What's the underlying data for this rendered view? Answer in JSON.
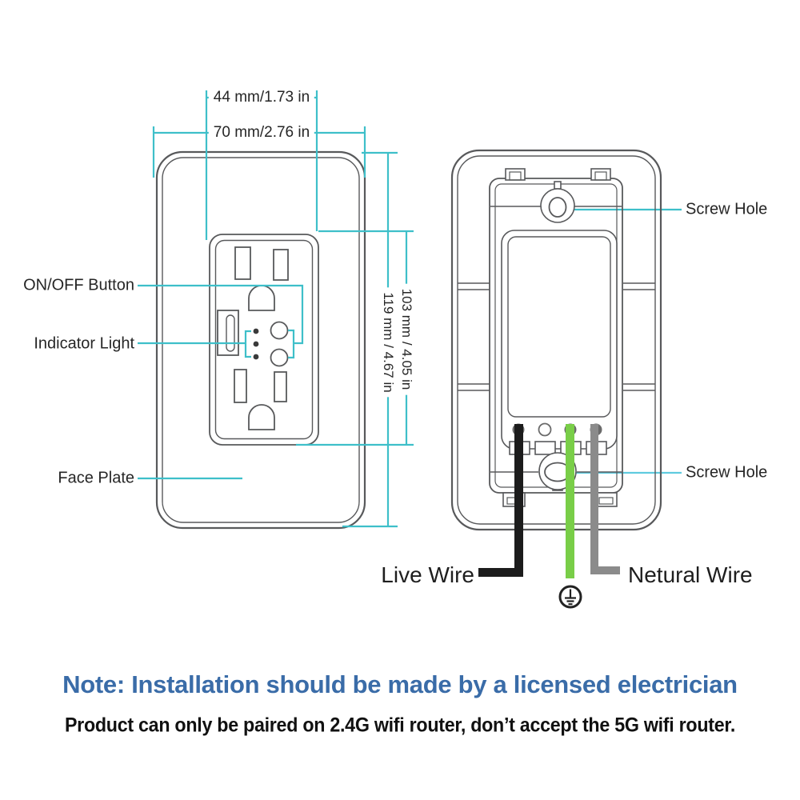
{
  "colors": {
    "dimension_line": "#3ebfc9",
    "leader_light": "#5fcbdf",
    "device_outline": "#58595b",
    "text": "#262626",
    "note_heading": "#3a6ca8",
    "live_wire": "#1c1c1c",
    "ground_wire": "#79ce48",
    "neutral_wire": "#8b8b8b"
  },
  "dimensions": {
    "width_inner": "44 mm/1.73 in",
    "width_outer": "70 mm/2.76 in",
    "height_inner": "103 mm / 4.05 in",
    "height_outer": "119 mm / 4.67 in"
  },
  "labels": {
    "on_off_button": "ON/OFF Button",
    "indicator_light": "Indicator Light",
    "face_plate": "Face Plate",
    "screw_hole_top": "Screw Hole",
    "screw_hole_bottom": "Screw Hole",
    "live_wire": "Live Wire",
    "neutral_wire": "Netural Wire"
  },
  "notes": {
    "line1": "Note: Installation should be made by a licensed electrician",
    "line2": "Product can only be paired on 2.4G wifi router, don’t accept the 5G wifi router."
  }
}
